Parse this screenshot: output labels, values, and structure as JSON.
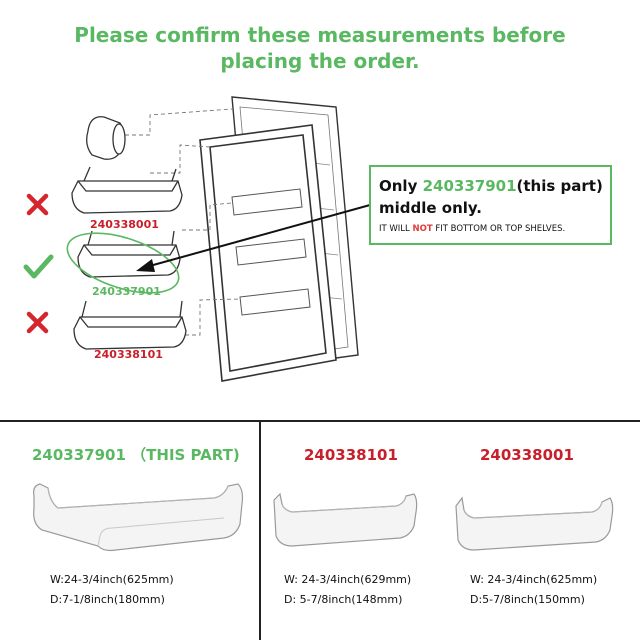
{
  "headline": {
    "line1": "Please confirm these measurements before",
    "line2": "placing the order."
  },
  "colors": {
    "accent_green": "#5bb862",
    "alert_red": "#c8202a",
    "line": "#333333"
  },
  "diagram": {
    "shelf_labels": [
      "240338001",
      "240337901",
      "240338101"
    ],
    "marks": [
      "x-mark-icon",
      "check-mark-icon",
      "x-mark-icon"
    ]
  },
  "callout": {
    "line1_prefix": "Only ",
    "part_number": "240337901",
    "line1_suffix": "(this part)",
    "line2": "middle only.",
    "warn_prefix": "IT WILL ",
    "warn_not": "NOT",
    "warn_suffix": " FIT BOTTOM OR TOP SHELVES."
  },
  "parts": [
    {
      "title": "240337901 （THIS PART)",
      "width": "W:24-3/4inch(625mm)",
      "depth": "D:7-1/8inch(180mm)"
    },
    {
      "title": "240338101",
      "width": "W:  24-3/4inch(629mm)",
      "depth": "D:  5-7/8inch(148mm)"
    },
    {
      "title": "240338001",
      "width": "W:  24-3/4inch(625mm)",
      "depth": "D:5-7/8inch(150mm)"
    }
  ]
}
